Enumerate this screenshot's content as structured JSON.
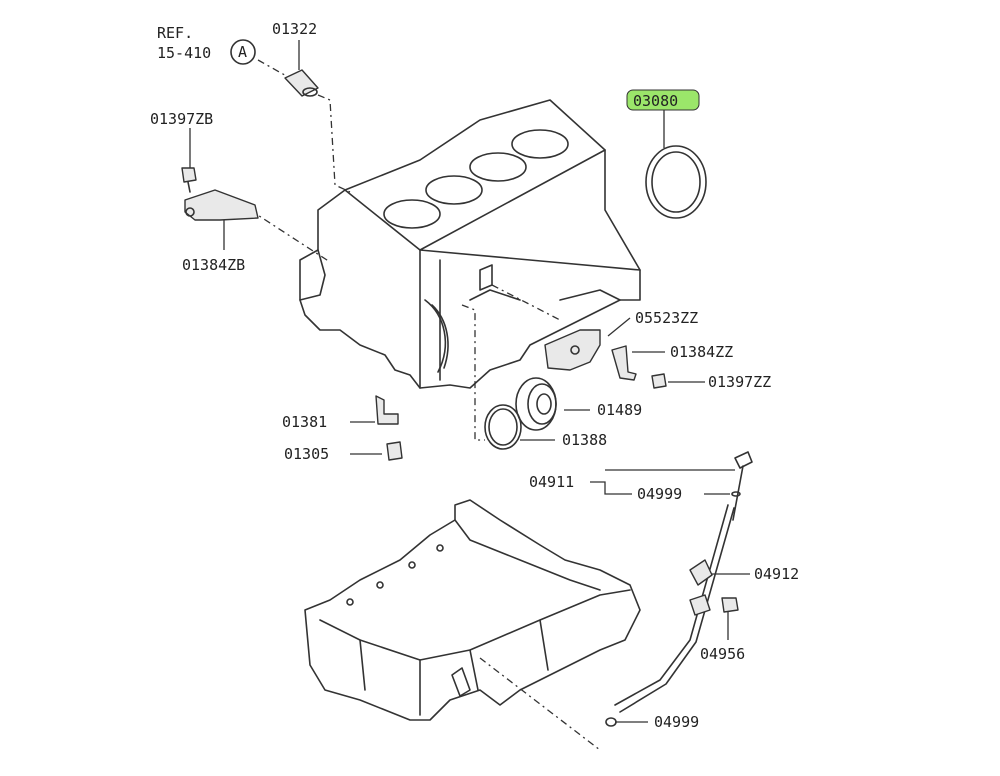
{
  "reference": {
    "ref_label": "REF.",
    "ref_number": "15-410",
    "circle_letter": "A"
  },
  "highlight_color": "#9be66a",
  "parts": [
    {
      "id": "p01322",
      "number": "01322"
    },
    {
      "id": "p03080",
      "number": "03080",
      "highlighted": true
    },
    {
      "id": "p01397zb",
      "number": "01397ZB"
    },
    {
      "id": "p01384zb",
      "number": "01384ZB"
    },
    {
      "id": "p05523zz",
      "number": "05523ZZ"
    },
    {
      "id": "p01384zz",
      "number": "01384ZZ"
    },
    {
      "id": "p01397zz",
      "number": "01397ZZ"
    },
    {
      "id": "p01381",
      "number": "01381"
    },
    {
      "id": "p01489",
      "number": "01489"
    },
    {
      "id": "p01388",
      "number": "01388"
    },
    {
      "id": "p01305",
      "number": "01305"
    },
    {
      "id": "p04911",
      "number": "04911"
    },
    {
      "id": "p04999a",
      "number": "04999"
    },
    {
      "id": "p04912",
      "number": "04912"
    },
    {
      "id": "p04956",
      "number": "04956"
    },
    {
      "id": "p04999b",
      "number": "04999"
    }
  ]
}
